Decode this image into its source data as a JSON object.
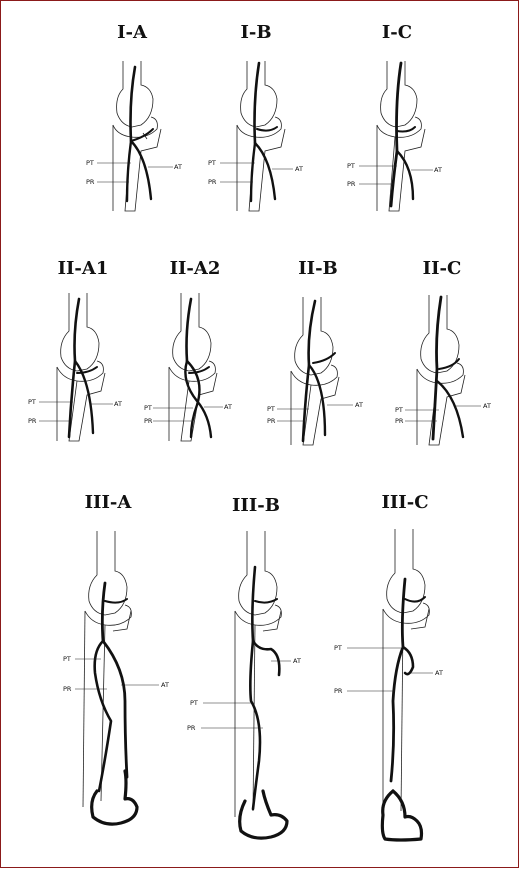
{
  "figure": {
    "border_color": "#8b1a1a",
    "panels": [
      {
        "id": "I-A",
        "title": "I-A"
      },
      {
        "id": "I-B",
        "title": "I-B"
      },
      {
        "id": "I-C",
        "title": "I-C"
      },
      {
        "id": "II-A1",
        "title": "II-A1"
      },
      {
        "id": "II-A2",
        "title": "II-A2"
      },
      {
        "id": "II-B",
        "title": "II-B"
      },
      {
        "id": "II-C",
        "title": "II-C"
      },
      {
        "id": "III-A",
        "title": "III-A"
      },
      {
        "id": "III-B",
        "title": "III-B"
      },
      {
        "id": "III-C",
        "title": "III-C"
      }
    ],
    "labels": {
      "pt": "PT",
      "pr": "PR",
      "at": "AT"
    }
  }
}
